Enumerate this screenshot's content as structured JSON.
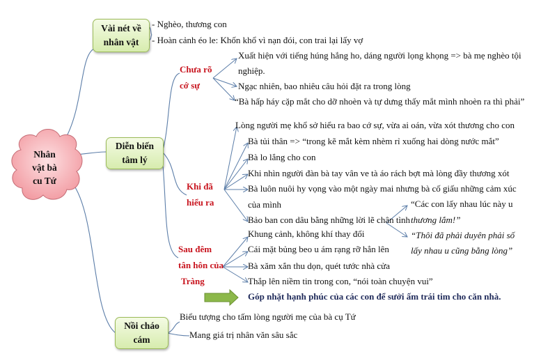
{
  "center": {
    "label_lines": [
      "Nhân",
      "vật bà",
      "cu Tứ"
    ]
  },
  "branches": {
    "intro": {
      "label_lines": [
        "Vài nét về",
        "nhân vật"
      ],
      "items": [
        "- Nghèo, thương con",
        "- Hoàn cảnh éo le: Khốn khổ vì nạn đói, con trai lại lấy vợ"
      ]
    },
    "development": {
      "label_lines": [
        "Diễn biến",
        "tâm lý"
      ]
    },
    "porridge": {
      "label_lines": [
        "Nồi cháo",
        "cám"
      ],
      "items": [
        "Biểu tượng cho tấm lòng người mẹ của bà cụ Tứ",
        "Mang giá trị nhân văn sâu sắc"
      ]
    }
  },
  "stages": {
    "unclear": {
      "label_lines": [
        "Chưa rõ",
        "cớ sự"
      ],
      "items": [
        "Xuất hiện với tiếng húng hắng ho, dáng người lọng khọng => bà mẹ nghèo tội",
        "nghiệp.",
        "Ngạc nhiên, bao nhiêu câu hỏi đặt ra trong lòng",
        "“Bà hấp háy cặp mắt cho dỡ nhoèn và tự dưng thấy mắt mình nhoèn ra thì phải”"
      ]
    },
    "understood": {
      "label_lines": [
        "Khi đã",
        "hiểu ra"
      ],
      "items": [
        "Lòng người mẹ khổ sở hiểu ra bao cớ sự, vừa ai oán, vừa xót thương cho con",
        "Bà tủi thân => “trong kẽ mắt kèm nhèm rỉ xuống hai dòng nước mắt”",
        "Bà lo lắng cho con",
        "Khi nhìn người đàn bà tay vân ve tà áo rách bợt mà lòng đầy thương xót",
        "Bà luôn nuôi hy vọng vào một ngày mai nhưng bà cố giấu những cảm xúc",
        "của mình",
        "Bảo ban con dâu bằng những lời lẽ chân tình"
      ],
      "quotes": [
        "“Các con lấy nhau lúc này u",
        "thương lắm!”",
        "“Thôi đã phải duyên phải số",
        "lấy nhau u cũng bằng lòng”"
      ]
    },
    "after_wedding": {
      "label_lines": [
        "Sau đêm",
        "tân hôn của",
        "Tràng"
      ],
      "items": [
        "Khung cảnh, không khí thay đổi",
        "Cái mặt bủng beo u ám rạng rỡ hẳn lên",
        "Bà xăm xắn thu dọn, quét tước nhà cửa",
        "Thắp lên niềm tin trong con, “nói toàn chuyện vui”"
      ]
    }
  },
  "conclusion": "Góp nhặt hạnh phúc của các con để sưởi ấm trái tim cho căn nhà.",
  "colors": {
    "line": "#5b7da8",
    "red": "#c8141e",
    "box_border": "#9bbb59",
    "cloud": "#f4a8ad",
    "arrow": "#7aa03c",
    "conclusion": "#1f2a5a"
  }
}
